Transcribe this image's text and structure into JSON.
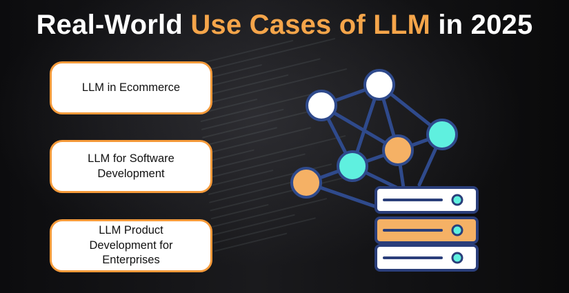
{
  "title": {
    "prefix": "Real-World ",
    "highlight": "Use Cases of LLM",
    "suffix": " in 2025"
  },
  "cards": [
    {
      "label": "LLM in Ecommerce"
    },
    {
      "label": "LLM for Software Development"
    },
    {
      "label": "LLM Product Development for Enterprises"
    }
  ],
  "colors": {
    "accent_orange": "#f5a54a",
    "card_border": "#f59a3a",
    "network_line": "#2f4a8c",
    "node_teal": "#5ff0df",
    "node_orange": "#f5b165",
    "node_white": "#ffffff",
    "server_dark": "#2a3e7a"
  },
  "icons": {
    "network": "neural-network-icon",
    "server": "server-stack-icon"
  }
}
